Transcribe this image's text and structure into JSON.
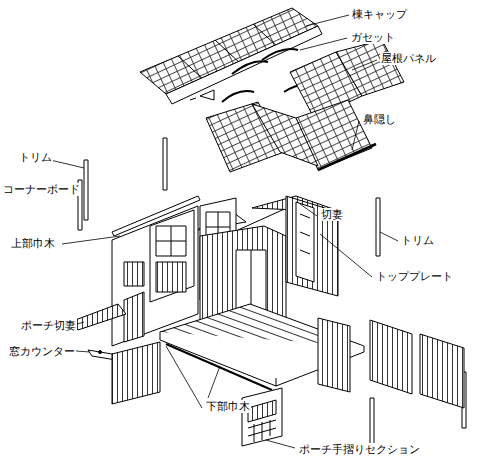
{
  "diagram": {
    "labels": [
      "棟キャップ",
      "ガセット",
      "屋根パネル",
      "鼻隠し",
      "トリム",
      "コーナーボード",
      "切妻",
      "トリム",
      "上部巾木",
      "トッププレート",
      "ポーチ切妻",
      "窓カウンター",
      "下部巾木",
      "ポーチ手摺りセクション"
    ]
  }
}
